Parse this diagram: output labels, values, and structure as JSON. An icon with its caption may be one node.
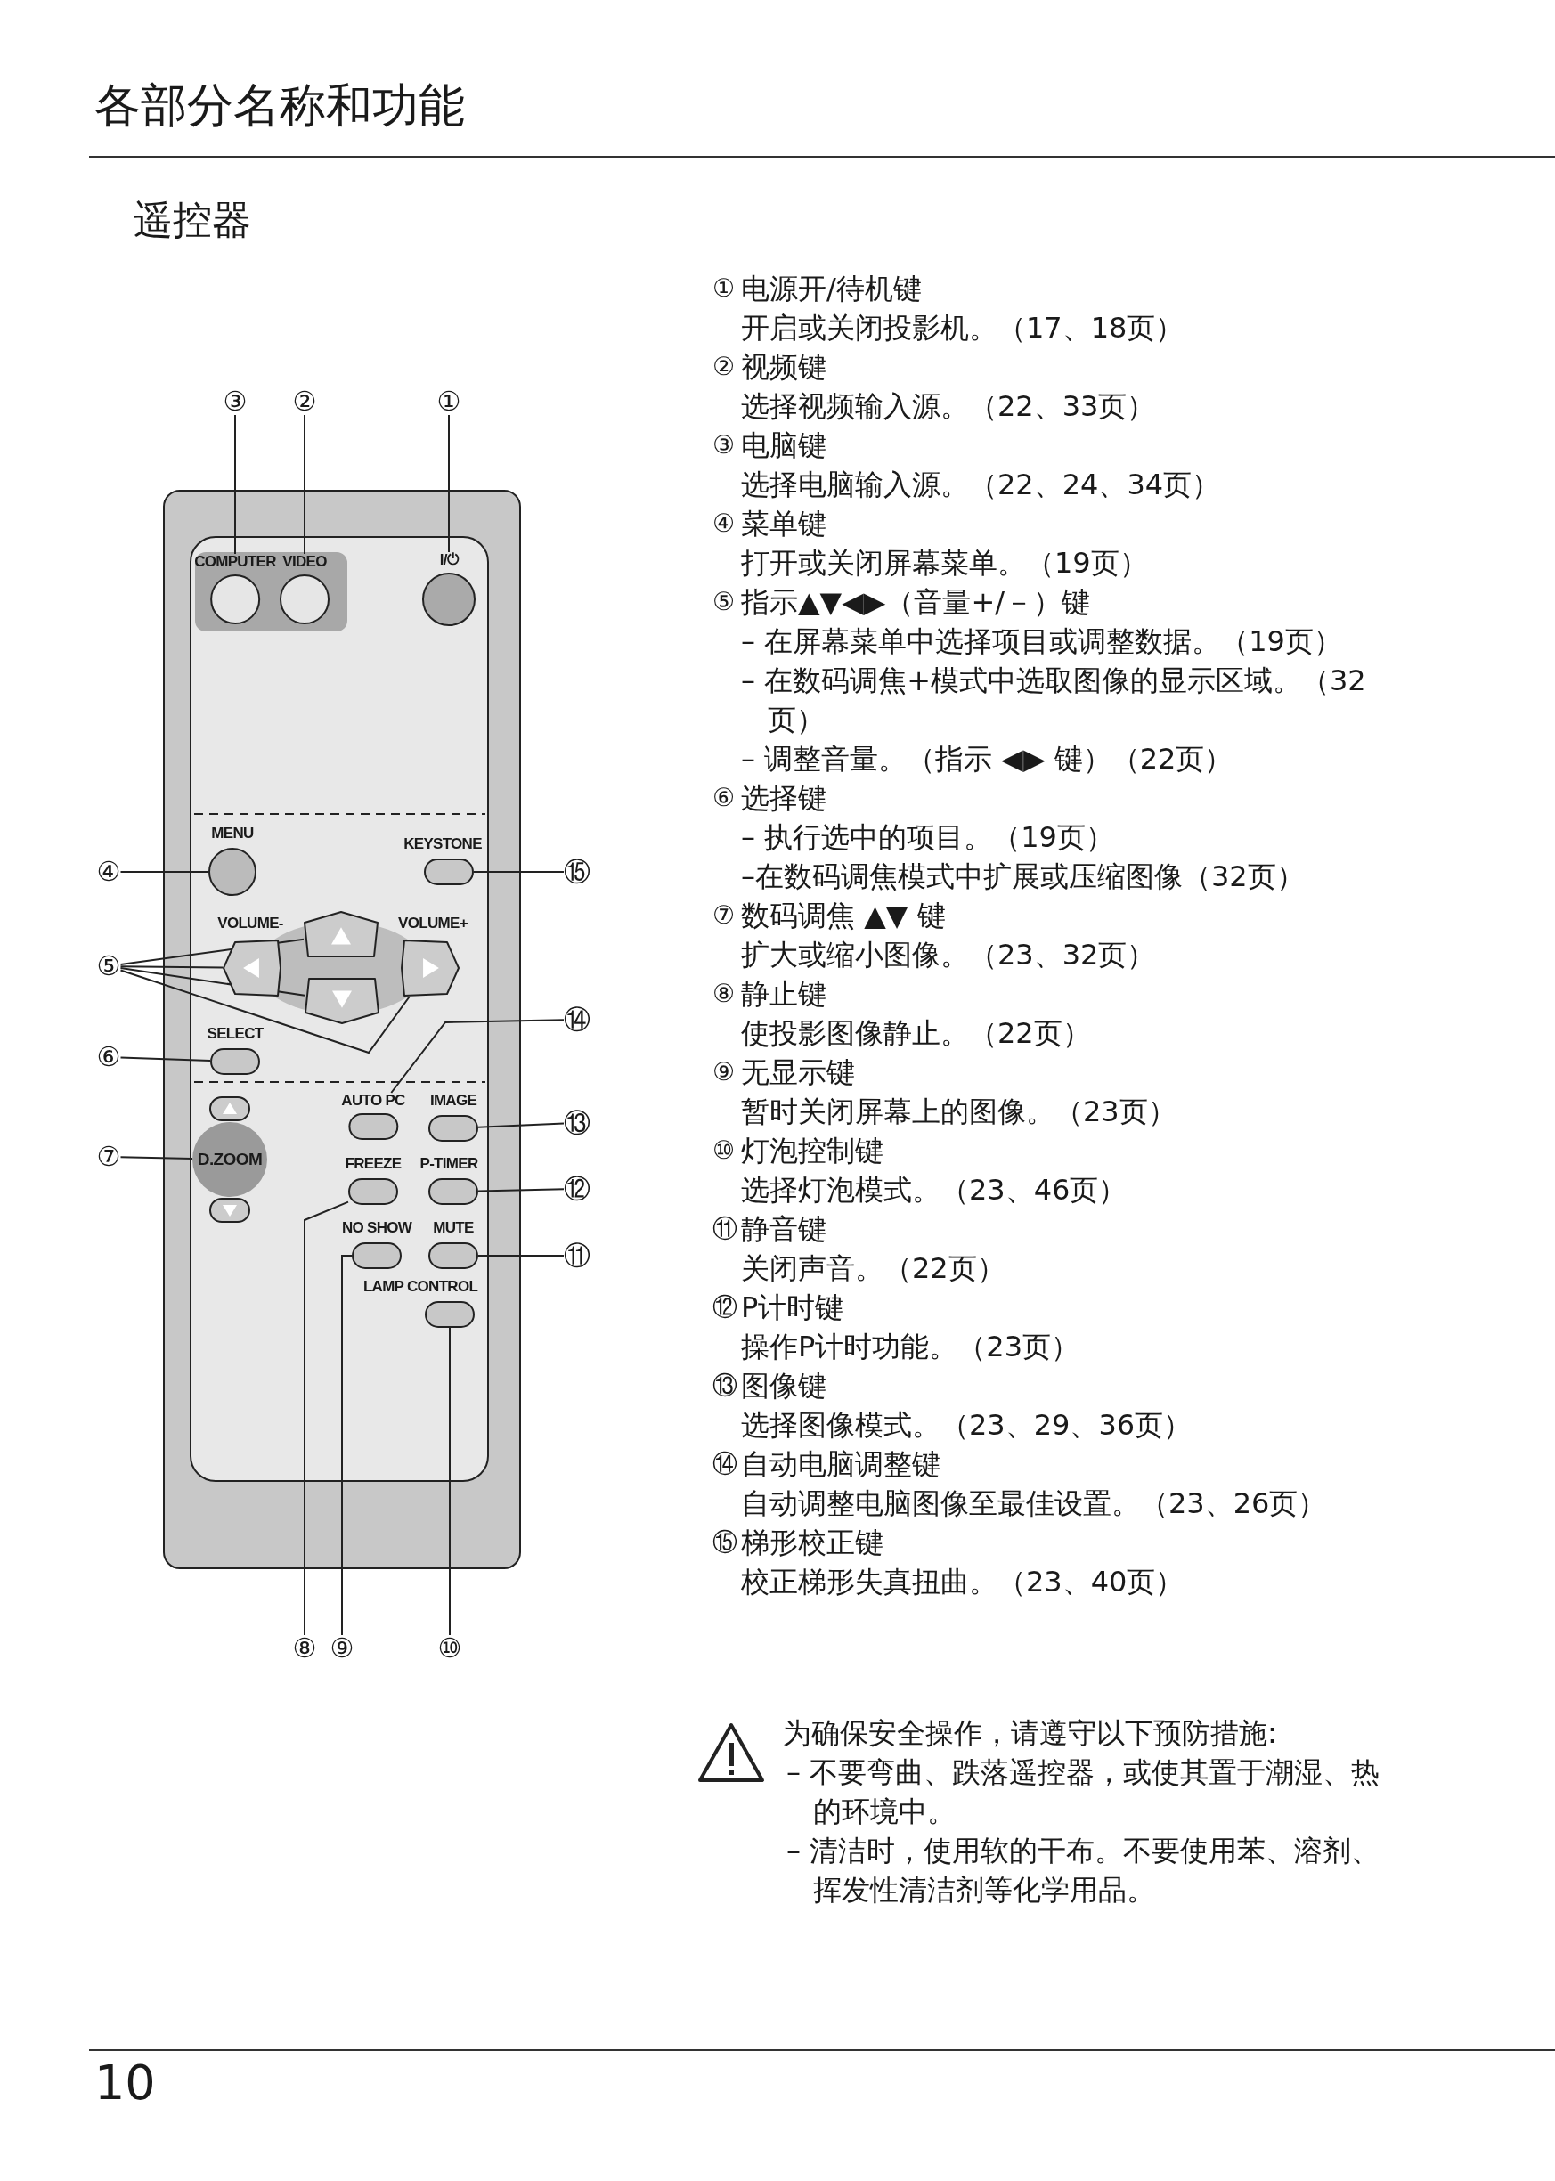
{
  "diagram": {
    "title": "各部分名称和功能",
    "nodes": [
      {
        "text": [
          "③"
        ]
      },
      {
        "text": [
          "②"
        ]
      },
      {
        "text": [
          "①"
        ]
      },
      {
        "text": [
          "④"
        ]
      },
      {
        "text": [
          "⑮"
        ]
      },
      {
        "text": [
          "⑤"
        ]
      },
      {
        "text": [
          "⑭"
        ]
      },
      {
        "text": [
          "⑥"
        ]
      },
      {
        "text": [
          "⑬"
        ]
      },
      {
        "text": [
          "⑦"
        ]
      },
      {
        "text": [
          "⑫"
        ]
      },
      {
        "text": [
          "⑪"
        ]
      },
      {
        "text": [
          "⑧"
        ]
      },
      {
        "text": [
          "⑨"
        ]
      },
      {
        "text": [
          "⑩"
        ]
      },
      {
        "text": [
          "COMPUTER"
        ]
      },
      {
        "text": [
          "VIDEO"
        ]
      },
      {
        "text": [
          "I/⏻"
        ]
      },
      {
        "text": [
          "MENU"
        ]
      },
      {
        "text": [
          "KEYSTONE"
        ]
      },
      {
        "text": [],
        "shape": "box"
      },
      {
        "text": [],
        "shape": "box"
      },
      {
        "text": [],
        "shape": "box"
      },
      {
        "text": [],
        "shape": "box"
      },
      {
        "text": [
          "SELECT"
        ]
      },
      {
        "text": [
          "D.ZOOM"
        ]
      },
      {
        "text": [
          "AUTO PC"
        ]
      },
      {
        "text": [
          "IMAGE"
        ]
      },
      {
        "text": [
          "FREEZE"
        ]
      },
      {
        "text": [
          "P-TIMER"
        ]
      },
      {
        "text": [
          "NO SHOW"
        ]
      },
      {
        "text": [
          "MUTE"
        ]
      },
      {
        "text": [
          "LAMP CONTROL"
        ]
      }
    ],
    "edges": [
      {
        "from": 0,
        "to": 15,
        "arrow": "none"
      },
      {
        "from": 1,
        "to": 16,
        "arrow": "none"
      },
      {
        "from": 2,
        "to": 17,
        "arrow": "none"
      },
      {
        "from": 3,
        "to": 18,
        "arrow": "none"
      },
      {
        "from": 4,
        "to": 19,
        "arrow": "none"
      },
      {
        "from": 5,
        "to": 20,
        "arrow": "none"
      },
      {
        "from": 5,
        "to": 21,
        "arrow": "none"
      },
      {
        "from": 5,
        "to": 23,
        "arrow": "none"
      },
      {
        "from": 5,
        "to": 22,
        "arrow": "none"
      },
      {
        "from": 6,
        "to": 26,
        "arrow": "none"
      },
      {
        "from": 7,
        "to": 24,
        "arrow": "none"
      },
      {
        "from": 8,
        "to": 27,
        "arrow": "none"
      },
      {
        "from": 9,
        "to": 25,
        "arrow": "none"
      },
      {
        "from": 10,
        "to": 29,
        "arrow": "none"
      },
      {
        "from": 11,
        "to": 31,
        "arrow": "none"
      },
      {
        "from": 12,
        "to": 28,
        "arrow": "none"
      },
      {
        "from": 13,
        "to": 30,
        "arrow": "none"
      },
      {
        "from": 14,
        "to": 32,
        "arrow": "none"
      }
    ],
    "labels": [
      "遥控器",
      "VOLUME-",
      "VOLUME+",
      "①",
      "电源开/待机键",
      "开启或关闭投影机。（17、18页）",
      "②",
      "视频键",
      "选择视频输入源。（22、33页）",
      "③",
      "电脑键",
      "选择电脑输入源。（22、24、34页）",
      "④",
      "菜单键",
      "打开或关闭屏幕菜单。（19页）",
      "⑤",
      "指示▲▼◀▶（音量+/－）键",
      "– 在屏幕菜单中选择项目或调整数据。（19页）",
      "– 在数码调焦+模式中选取图像的显示区域。（32页）",
      "– 调整音量。（指示 ◀▶ 键）（22页）",
      "⑥",
      "选择键",
      "– 执行选中的项目。（19页）",
      "–在数码调焦模式中扩展或压缩图像（32页）",
      "⑦",
      "数码调焦 ▲▼ 键",
      "扩大或缩小图像。（23、32页）",
      "⑧",
      "静止键",
      "使投影图像静止。（22页）",
      "⑨",
      "无显示键",
      "暂时关闭屏幕上的图像。（23页）",
      "⑩",
      "灯泡控制键",
      "选择灯泡模式。（23、46页）",
      "⑪",
      "静音键",
      "关闭声音。（22页）",
      "⑫",
      "P计时键",
      "操作P计时功能。（23页）",
      "⑬",
      "图像键",
      "选择图像模式。（23、29、36页）",
      "⑭",
      "自动电脑调整键",
      "自动调整电脑图像至最佳设置。（23、26页）",
      "⑮",
      "梯形校正键",
      "校正梯形失真扭曲。（23、40页）",
      "为确保安全操作，请遵守以下预防措施:",
      "– 不要弯曲、跌落遥控器，或使其置于潮湿、热的环境中。",
      "– 清洁时，使用软的干布。不要使用苯、溶剂、挥发性清洁剂等化学用品。",
      "10"
    ]
  }
}
